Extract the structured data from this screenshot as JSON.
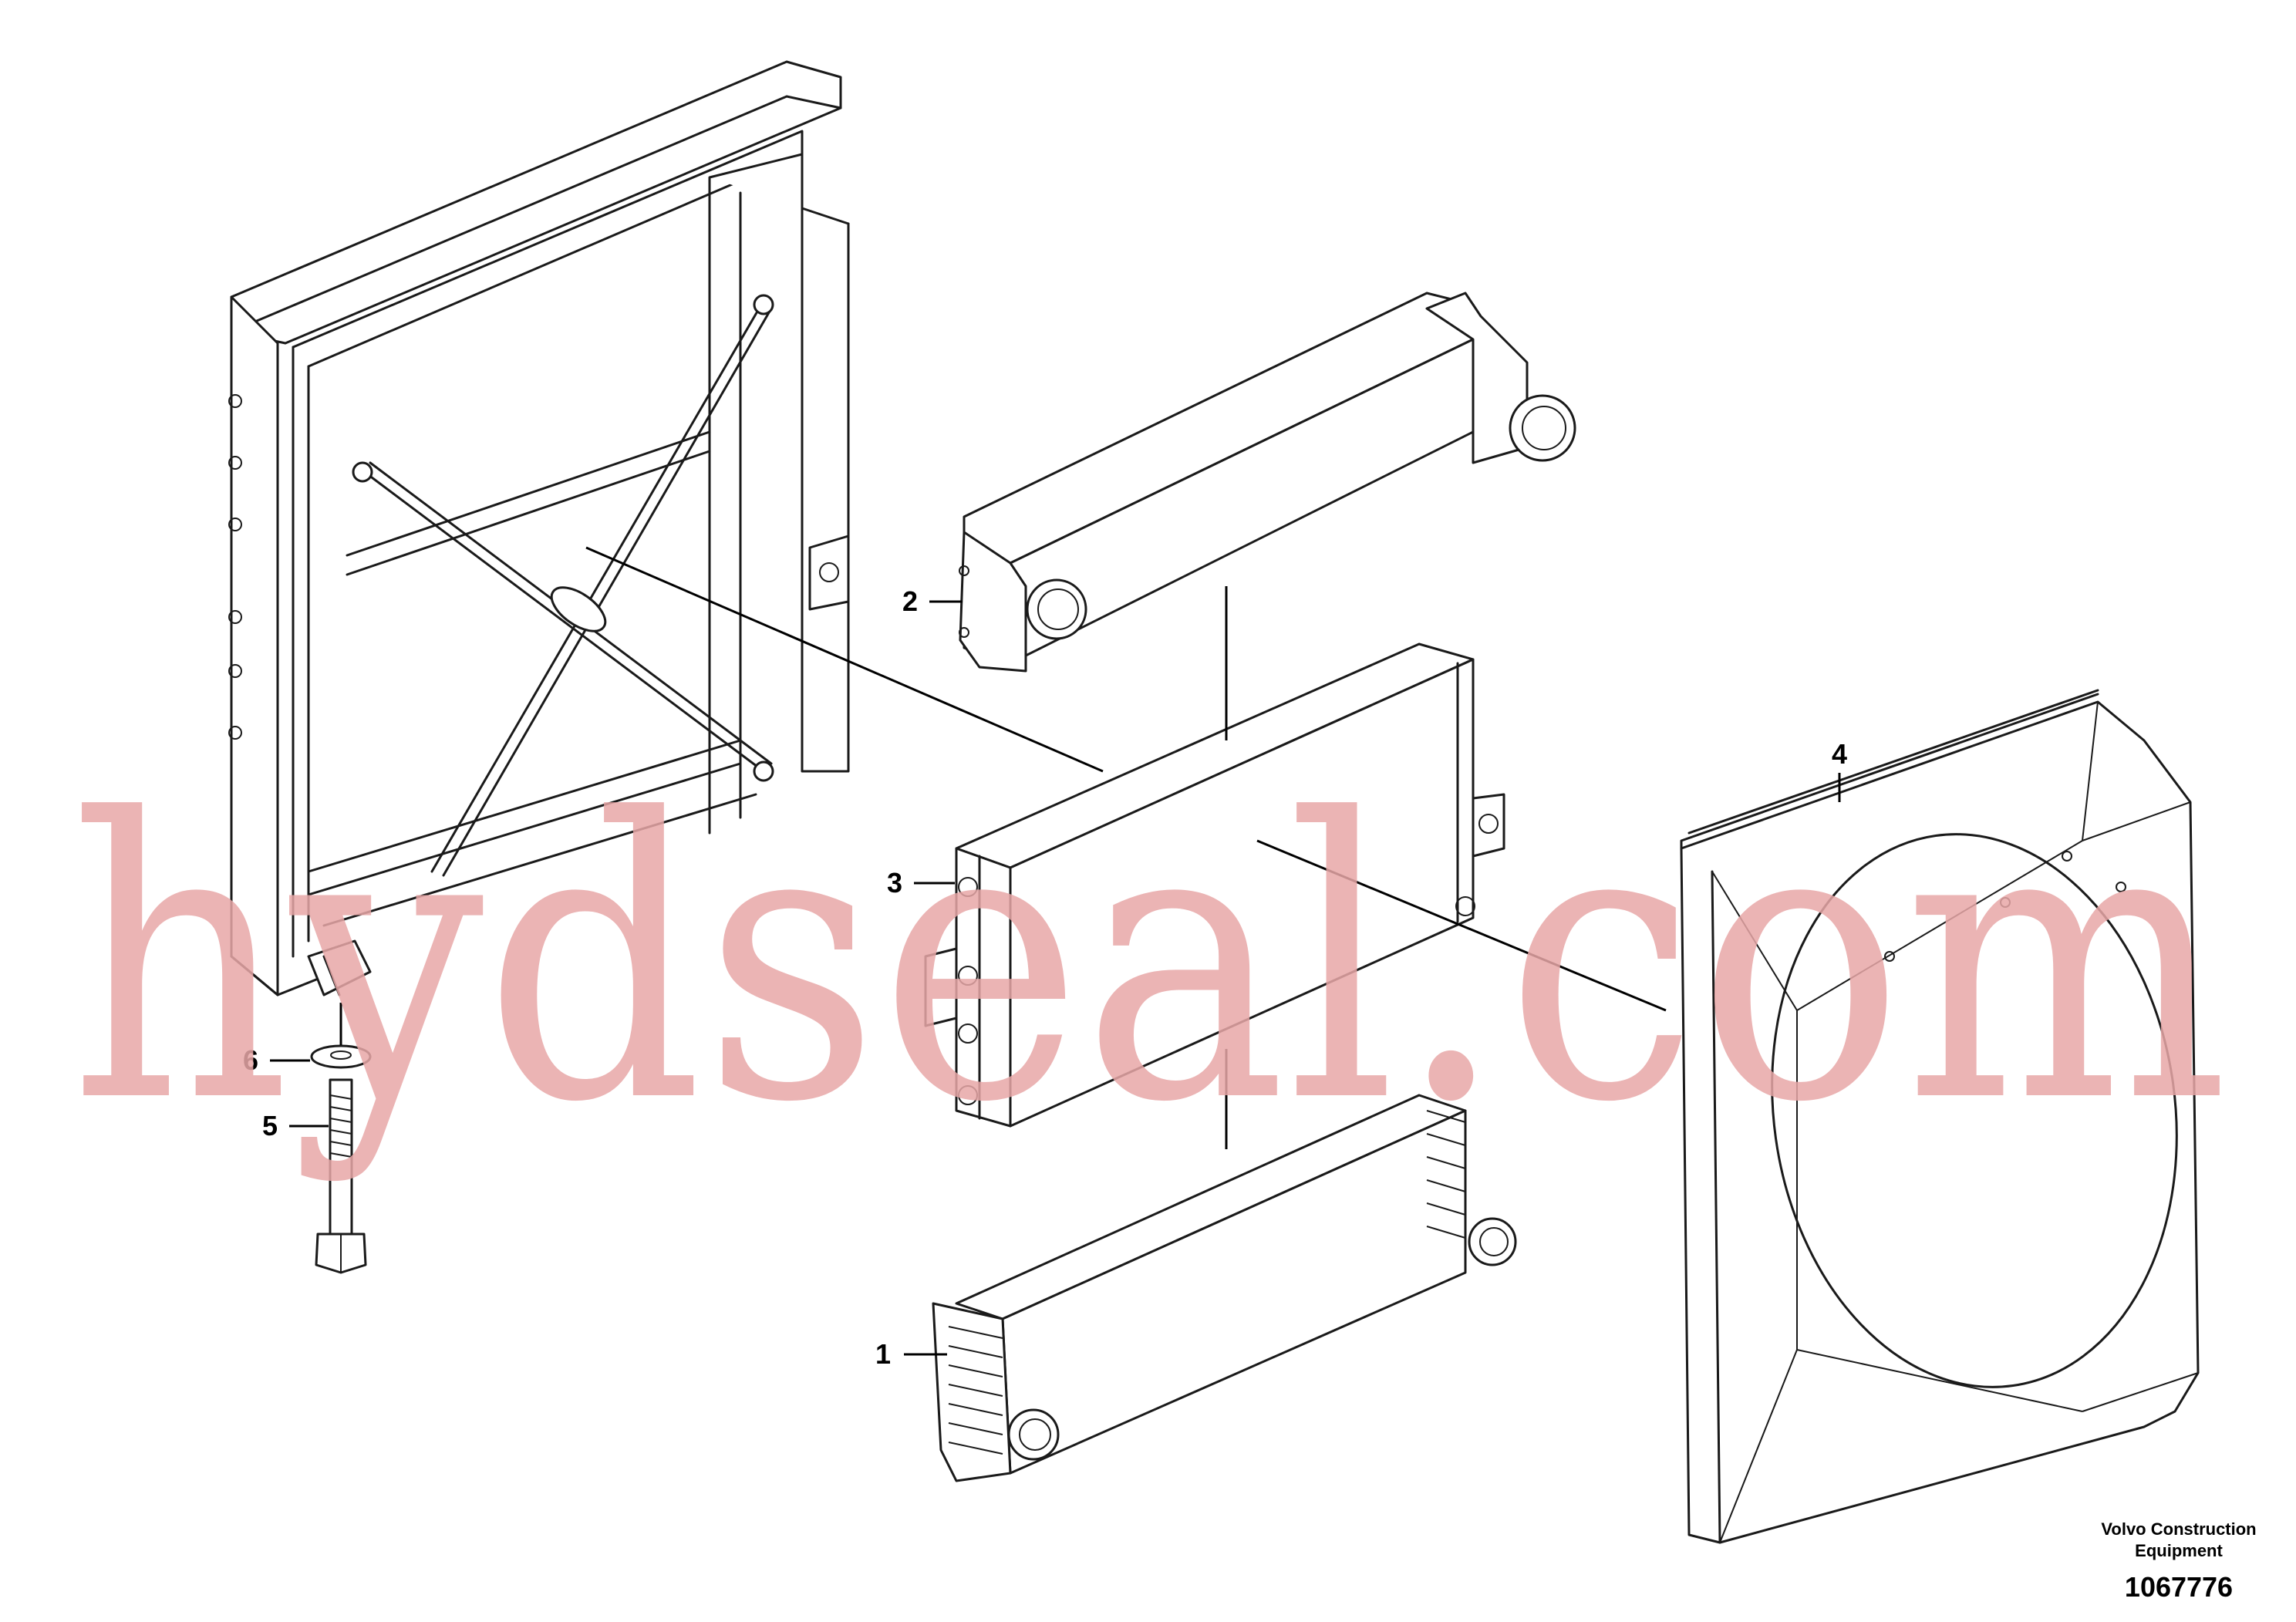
{
  "callouts": [
    {
      "label": "1"
    },
    {
      "label": "2"
    },
    {
      "label": "3"
    },
    {
      "label": "4"
    },
    {
      "label": "5"
    },
    {
      "label": "6"
    }
  ],
  "watermark": "hydseal.com",
  "footer": {
    "company_line1": "Volvo Construction",
    "company_line2": "Equipment",
    "drawing_number": "1067776"
  }
}
